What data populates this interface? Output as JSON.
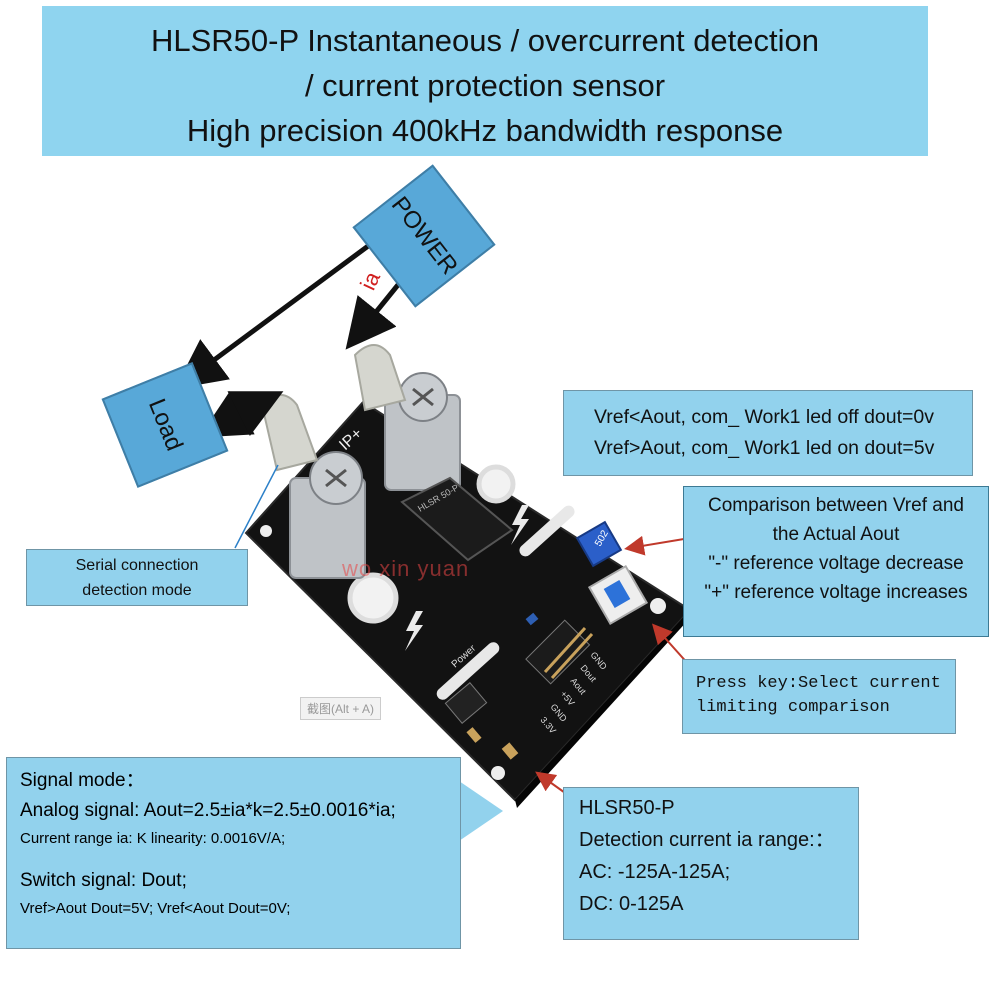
{
  "title": {
    "line1": "HLSR50-P Instantaneous / overcurrent detection",
    "line2": "/ current protection sensor",
    "line3": "High precision 400kHz bandwidth response"
  },
  "labels": {
    "power": "POWER",
    "load": "Load",
    "ia": "ia"
  },
  "vref_box": {
    "line1": "Vref<Aout, com_ Work1 led off dout=0v",
    "line2": "Vref>Aout, com_ Work1 led on dout=5v"
  },
  "comparison_box": {
    "line1": "Comparison between Vref and",
    "line2": "the Actual Aout",
    "line3": "\"-\" reference  voltage decrease",
    "line4": "\"+\" reference  voltage increases"
  },
  "key_box": {
    "line1": "Press key:Select current",
    "line2": "limiting comparison"
  },
  "serial_box": {
    "line1": "Serial connection",
    "line2": "detection mode"
  },
  "signal_box": {
    "heading": "Signal mode：",
    "analog": "Analog signal:  Aout=2.5±ia*k=2.5±0.0016*ia;",
    "range": "Current range ia: K linearity: 0.0016V/A;",
    "switch": "Switch signal: Dout;",
    "switch_detail": "Vref>Aout  Dout=5V;    Vref<Aout  Dout=0V;"
  },
  "hlsr_box": {
    "line1": "HLSR50-P",
    "line2": "Detection current ia range:：",
    "line3": "AC: -125A-125A;",
    "line4": "DC: 0-125A"
  },
  "board": {
    "watermark": "wo xin yuan",
    "silk_ip": "IP+",
    "silk_power": "Power",
    "chip": "HLSR 50-P",
    "pot": "502",
    "pins": [
      "GND",
      "Dout",
      "Aout",
      "+5V",
      "GND",
      "3.3V"
    ],
    "screenshot_hint": "截图(Alt + A)"
  },
  "colors": {
    "box_fill": "#92d2ed",
    "rot_fill": "#58a8d8",
    "arrow": "#111111",
    "pointer": "#c0392b",
    "ia_text": "#d11f1f"
  }
}
